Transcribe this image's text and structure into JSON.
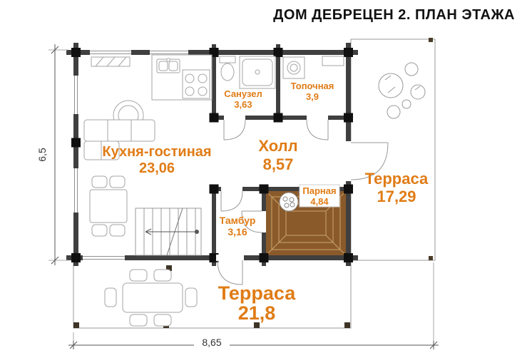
{
  "title": "ДОМ ДЕБРЕЦЕН 2. ПЛАН ЭТАЖА",
  "rooms": {
    "kitchen_living": {
      "name": "Кухня-гостиная",
      "area": "23,06"
    },
    "hall": {
      "name": "Холл",
      "area": "8,57"
    },
    "bathroom": {
      "name": "Санузел",
      "area": "3,63"
    },
    "boiler_room": {
      "name": "Топочная",
      "area": "3,9"
    },
    "steam_room": {
      "name": "Парная",
      "area": "4,84"
    },
    "vestibule": {
      "name": "Тамбур",
      "area": "3,16"
    },
    "terrace_right": {
      "name": "Терраса",
      "area": "17,29"
    },
    "terrace_bottom": {
      "name": "Терраса",
      "area": "21,8"
    }
  },
  "dimensions": {
    "left_side": "6,5",
    "bottom_side": "8,65"
  },
  "colors": {
    "room_label": "#e07c16",
    "wall": "#3f3f3f",
    "wood_floor": "#8a5a2b"
  }
}
